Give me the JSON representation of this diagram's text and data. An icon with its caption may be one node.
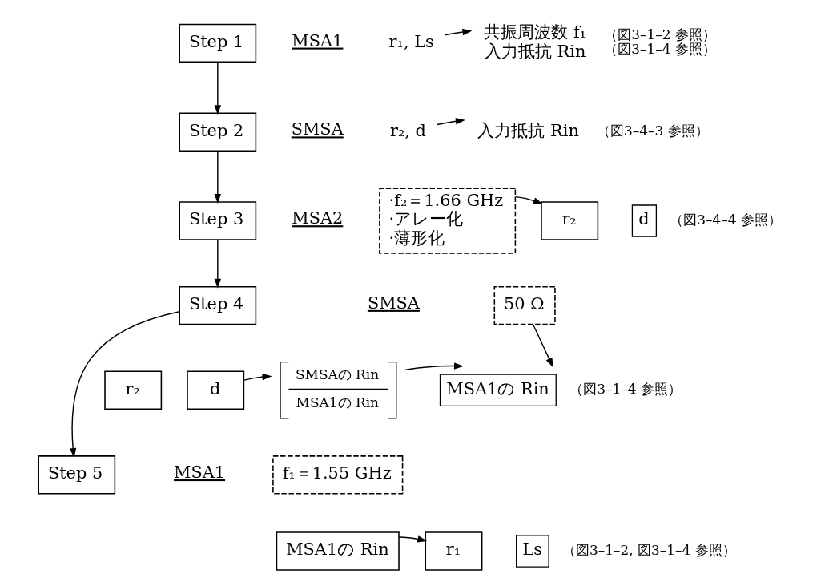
{
  "diagram": {
    "nodes": [
      {
        "text": [
          "Step 1"
        ]
      },
      {
        "text": [
          "r₁, Ls"
        ]
      },
      {
        "text": [
          "共振周波数 f₁",
          "入力抵抗 Rin"
        ],
        "beside": [
          "（図3–1–2 参照）",
          "（図3–1–4 参照）"
        ]
      },
      {
        "text": [
          "Step 2"
        ]
      },
      {
        "text": [
          "r₂, d"
        ]
      },
      {
        "text": [
          "入力抵抗 Rin"
        ],
        "beside": [
          "（図3–4–3 参照）"
        ]
      },
      {
        "text": [
          "Step 3"
        ]
      },
      {
        "text": [
          "·f₂＝1.66 GHz",
          "·アレー化",
          "·薄形化"
        ]
      },
      {
        "text": [
          "r₂"
        ]
      },
      {
        "text": [
          "d"
        ],
        "beside": [
          "（図3–4–4 参照）"
        ]
      },
      {
        "text": [
          "Step 4"
        ]
      },
      {
        "text": [
          "r₂"
        ]
      },
      {
        "text": [
          "d"
        ]
      },
      {
        "text": [
          "SMSAの Rin",
          "MSA1の Rin"
        ]
      },
      {
        "text": [
          "50 Ω"
        ]
      },
      {
        "text": [
          "MSA1の Rin"
        ],
        "beside": [
          "（図3–1–4 参照）"
        ]
      },
      {
        "text": [
          "Step 5"
        ]
      },
      {
        "text": [
          "f₁＝1.55 GHz"
        ]
      },
      {
        "text": [
          "MSA1の Rin"
        ]
      },
      {
        "text": [
          "r₁"
        ]
      },
      {
        "text": [
          "Ls"
        ],
        "beside": [
          "（図3–1–2, 図3–1–4 参照）"
        ]
      }
    ],
    "edges": [
      {
        "from": 0,
        "to": 3,
        "arrow": "to"
      },
      {
        "from": 3,
        "to": 6,
        "arrow": "to"
      },
      {
        "from": 6,
        "to": 10,
        "arrow": "to"
      },
      {
        "from": 10,
        "to": 16,
        "arrow": "to"
      },
      {
        "from": 1,
        "to": 2,
        "arrow": "to"
      },
      {
        "from": 4,
        "to": 5,
        "arrow": "to"
      },
      {
        "from": 7,
        "to": 8,
        "arrow": "to"
      },
      {
        "from": 12,
        "to": 13,
        "arrow": "to"
      },
      {
        "from": 13,
        "to": 15,
        "arrow": "to"
      },
      {
        "from": 14,
        "to": 15,
        "arrow": "to"
      },
      {
        "from": 18,
        "to": 19,
        "arrow": "to"
      }
    ],
    "labels": [
      "MSA1",
      "SMSA",
      "MSA2",
      "SMSA",
      "MSA1"
    ]
  }
}
